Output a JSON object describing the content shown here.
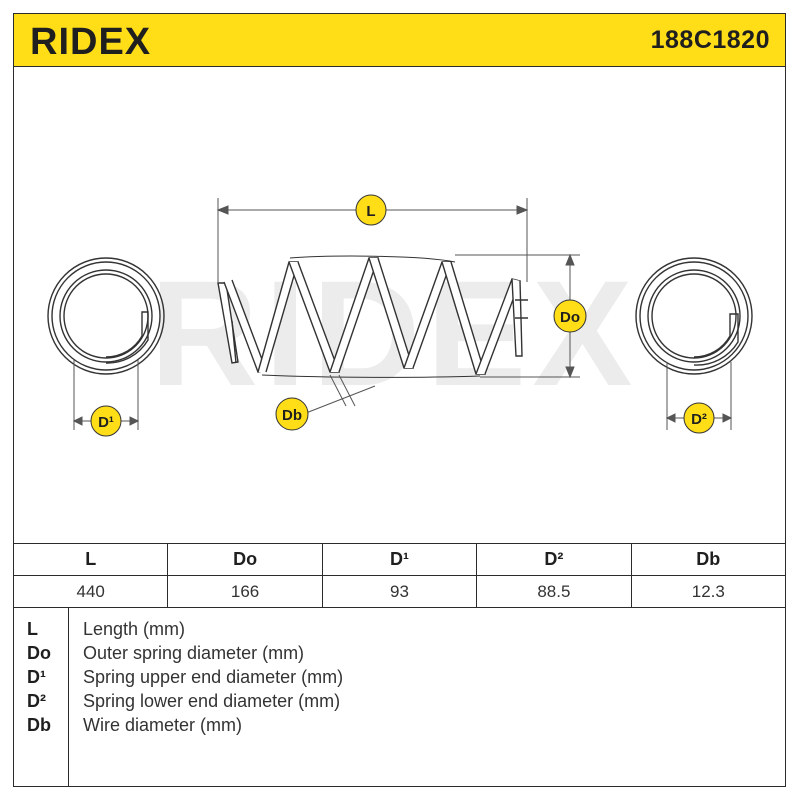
{
  "header": {
    "brand": "RIDEX",
    "part_number": "188C1820"
  },
  "diagram": {
    "labels": {
      "length": "L",
      "outer_diameter": "Do",
      "wire_diameter": "Db",
      "upper_end_diameter": "D¹",
      "lower_end_diameter": "D²"
    },
    "accent_color": "#ffde17",
    "line_color": "#333333"
  },
  "dimensions_table": {
    "headers": [
      "L",
      "Do",
      "D¹",
      "D²",
      "Db"
    ],
    "values": [
      "440",
      "166",
      "93",
      "88.5",
      "12.3"
    ]
  },
  "legend": [
    {
      "symbol": "L",
      "description": "Length (mm)"
    },
    {
      "symbol": "Do",
      "description": "Outer spring diameter (mm)"
    },
    {
      "symbol": "D¹",
      "description": "Spring upper end diameter (mm)"
    },
    {
      "symbol": "D²",
      "description": "Spring lower end diameter (mm)"
    },
    {
      "symbol": "Db",
      "description": "Wire diameter (mm)"
    }
  ]
}
